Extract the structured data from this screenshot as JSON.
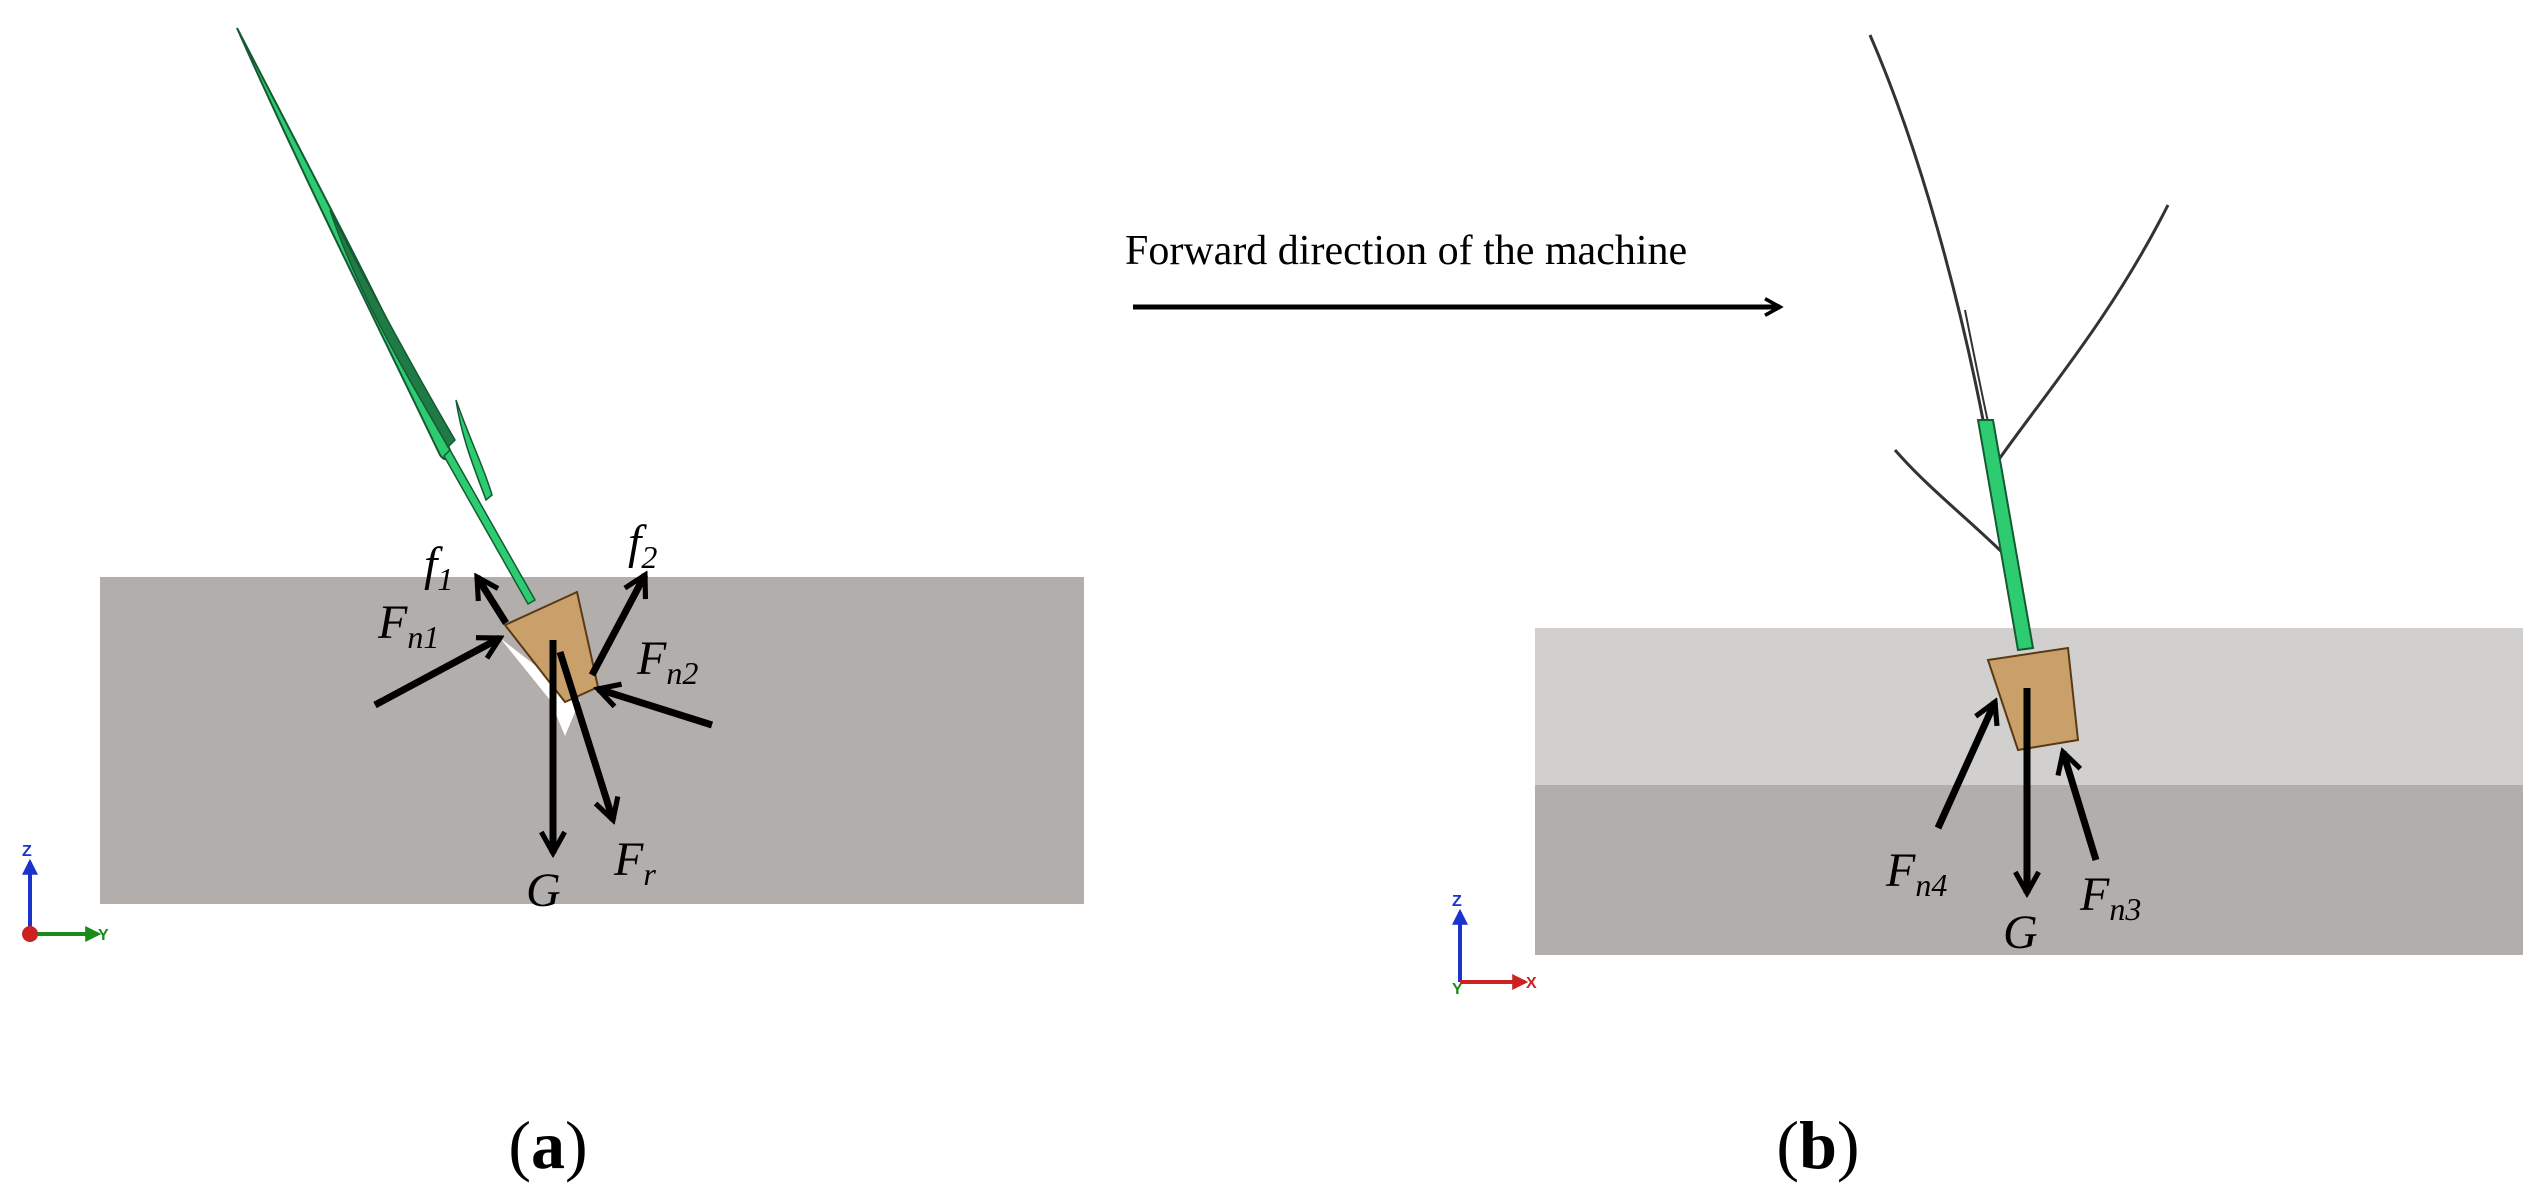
{
  "panel_a": {
    "caption": "a",
    "labels": {
      "f1": {
        "main": "f",
        "sub": "1"
      },
      "f2": {
        "main": "f",
        "sub": "2"
      },
      "fn1": {
        "main": "F",
        "sub": "n1"
      },
      "fn2": {
        "main": "F",
        "sub": "n2"
      },
      "g": "G",
      "fr": {
        "main": "F",
        "sub": "r"
      }
    },
    "axes": {
      "vertical": "Z",
      "horizontal": "Y"
    }
  },
  "panel_b": {
    "caption": "b",
    "direction_label": "Forward direction of the machine",
    "labels": {
      "fn4": {
        "main": "F",
        "sub": "n4"
      },
      "g": "G",
      "fn3": {
        "main": "F",
        "sub": "n3"
      }
    },
    "axes": {
      "vertical": "Z",
      "horizontal": "X",
      "depth": "Y"
    }
  },
  "colors": {
    "soil_dark": "#b2aeab",
    "soil_light": "#d2d0ce",
    "seedling": "#2ecc71",
    "seedling_dark": "#1f7a45",
    "plug": "#c9a06a",
    "arrow": "#000000",
    "axis_z": "#1a33cc",
    "axis_y": "#1a8a1a",
    "axis_x": "#cc2222"
  }
}
